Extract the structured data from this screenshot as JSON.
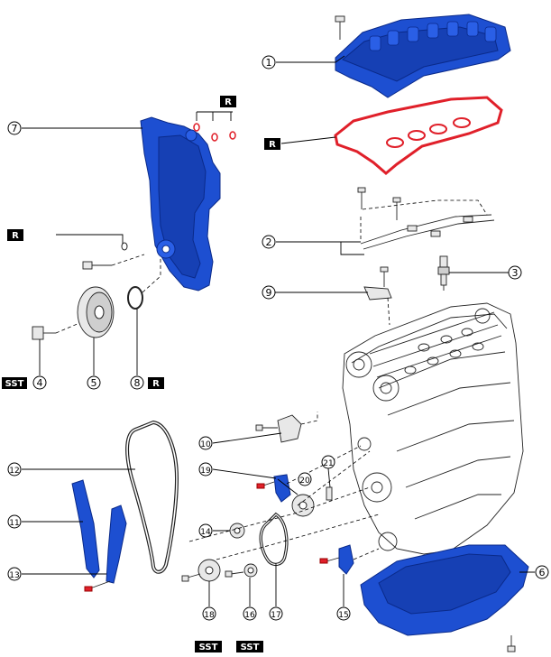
{
  "labels": {
    "n1": "1",
    "n2": "2",
    "n3": "3",
    "n4": "4",
    "n5": "5",
    "n6": "6",
    "n7": "7",
    "n8": "8",
    "n9": "9",
    "n10": "10",
    "n11": "11",
    "n12": "12",
    "n13": "13",
    "n14": "14",
    "n15": "15",
    "n16": "16",
    "n17": "17",
    "n18": "18",
    "n19": "19",
    "n20": "20",
    "n21": "21"
  },
  "tags": {
    "r_top": "R",
    "r_gasket": "R",
    "r_left": "R",
    "r_seal": "R",
    "sst_4": "SST",
    "sst_18": "SST",
    "sst_16": "SST"
  },
  "colors": {
    "part_blue": "#1d4fd1",
    "gasket_red": "#e0202a",
    "bolt_red": "#e0202a"
  }
}
